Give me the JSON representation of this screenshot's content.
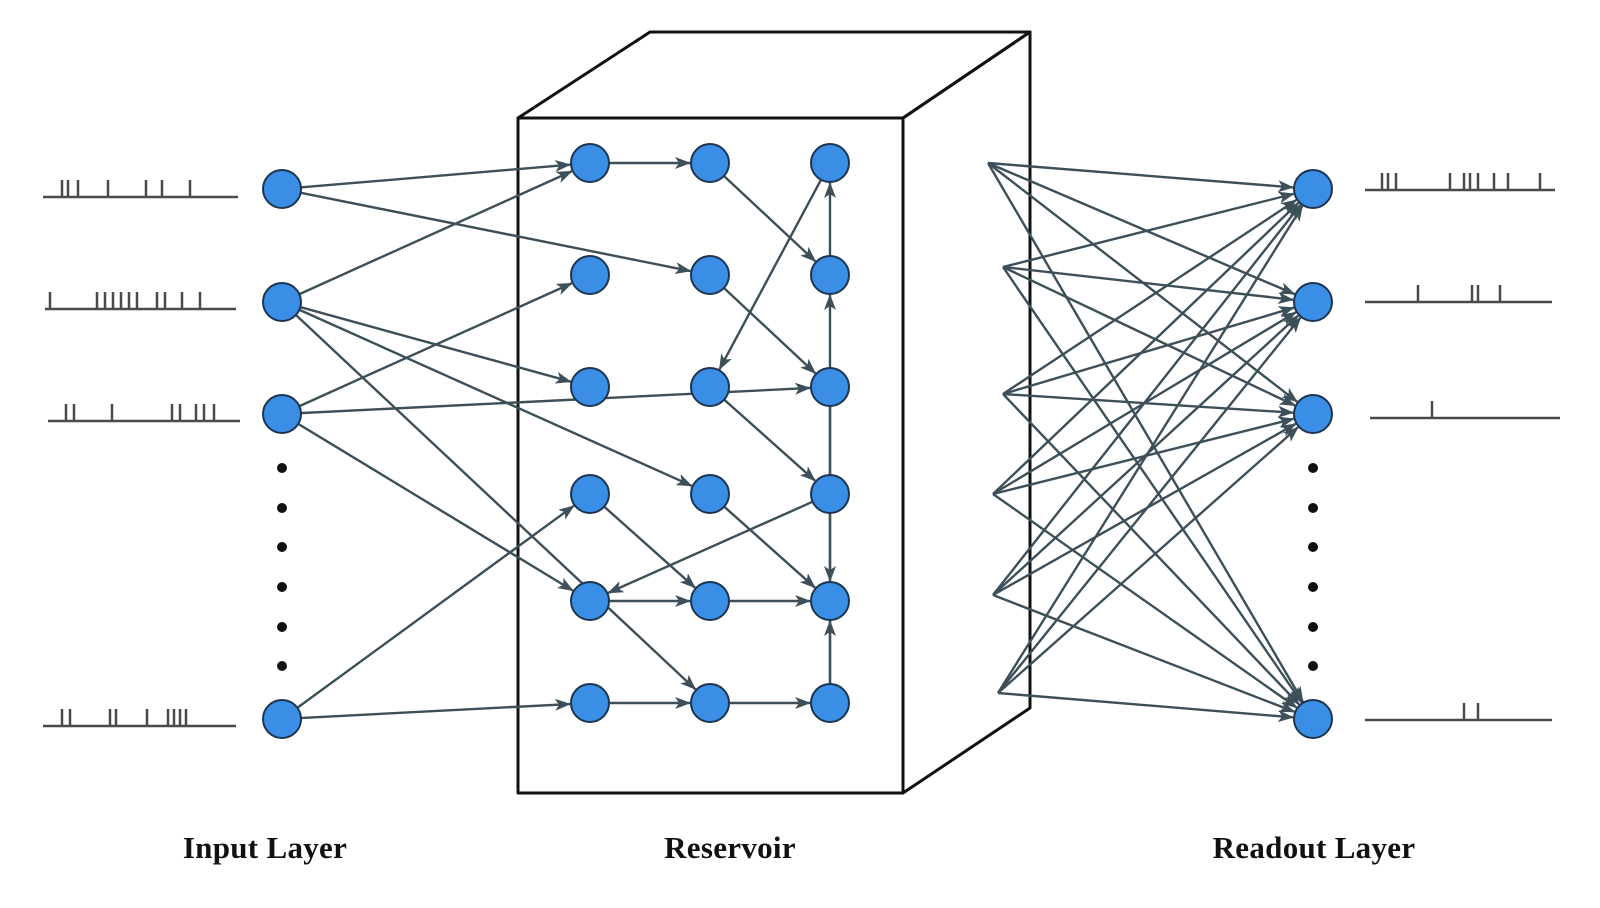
{
  "labels": {
    "input_layer": "Input Layer",
    "reservoir": "Reservoir",
    "readout_layer": "Readout Layer"
  },
  "colors": {
    "neuron_fill": "#3a8ee6",
    "neuron_stroke": "#1d3550",
    "edge": "#3d4f58",
    "spike_train": "#4a4a4a",
    "box": "#111111",
    "ellipsis_dot": "#111111"
  },
  "input_neurons": [
    "in-1",
    "in-2",
    "in-3",
    "in-n"
  ],
  "readout_neurons": [
    "out-1",
    "out-2",
    "out-3",
    "out-n"
  ],
  "reservoir_neurons": [
    "r-1-1",
    "r-1-2",
    "r-1-3",
    "r-2-1",
    "r-2-2",
    "r-2-3",
    "r-3-1",
    "r-3-2",
    "r-3-3",
    "r-4-1",
    "r-4-2",
    "r-4-3",
    "r-5-1",
    "r-5-2",
    "r-5-3",
    "r-6-1",
    "r-6-2",
    "r-6-3"
  ],
  "input_connections": [
    [
      "in-1",
      "r-1-1"
    ],
    [
      "in-1",
      "r-2-2"
    ],
    [
      "in-2",
      "r-1-1"
    ],
    [
      "in-2",
      "r-3-1"
    ],
    [
      "in-2",
      "r-4-2"
    ],
    [
      "in-2",
      "r-6-2"
    ],
    [
      "in-3",
      "r-2-1"
    ],
    [
      "in-3",
      "r-3-3"
    ],
    [
      "in-3",
      "r-5-1"
    ],
    [
      "in-n",
      "r-4-1"
    ],
    [
      "in-n",
      "r-6-1"
    ]
  ],
  "reservoir_connections": [
    [
      "r-1-1",
      "r-1-2"
    ],
    [
      "r-1-2",
      "r-2-3"
    ],
    [
      "r-2-3",
      "r-1-3"
    ],
    [
      "r-1-3",
      "r-3-2"
    ],
    [
      "r-2-2",
      "r-3-3"
    ],
    [
      "r-3-2",
      "r-4-3"
    ],
    [
      "r-3-3",
      "r-5-3"
    ],
    [
      "r-4-3",
      "r-5-1"
    ],
    [
      "r-4-1",
      "r-5-2"
    ],
    [
      "r-4-2",
      "r-5-3"
    ],
    [
      "r-5-1",
      "r-5-2"
    ],
    [
      "r-5-2",
      "r-5-3"
    ],
    [
      "r-6-1",
      "r-6-2"
    ],
    [
      "r-6-2",
      "r-6-3"
    ],
    [
      "r-6-3",
      "r-5-3"
    ],
    [
      "r-6-3",
      "r-2-3"
    ]
  ]
}
